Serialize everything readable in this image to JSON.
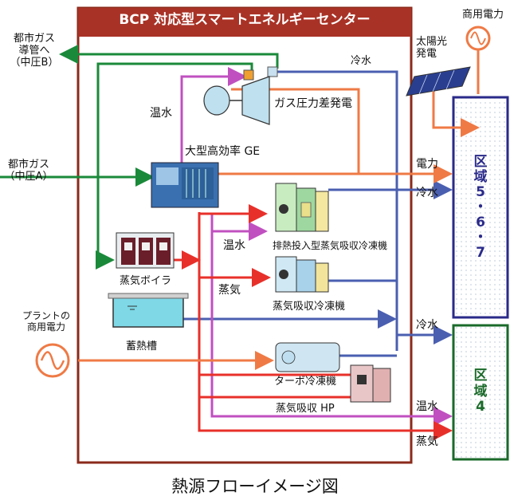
{
  "title": "BCP 対応型スマートエネルギーセンター",
  "caption": "熱源フローイメージ図",
  "external": {
    "gas_out": [
      "都市ガス",
      "導管へ",
      "（中圧B）"
    ],
    "gas_in": [
      "都市ガス",
      "（中圧A）"
    ],
    "grid_in": [
      "プラントの",
      "商用電力"
    ],
    "grid_top": "商用電力",
    "solar": [
      "太陽光",
      "発電"
    ]
  },
  "equipment": {
    "gas_turbine": "ガス圧力差発電",
    "ge": "大型高効率 GE",
    "absorption_exhaust": "排熱投入型蒸気吸収冷凍機",
    "boiler": "蒸気ボイラ",
    "steam_absorption": "蒸気吸収冷凍機",
    "storage": "蓄熱槽",
    "turbo": "ターボ冷凍機",
    "steam_hp": "蒸気吸収 HP"
  },
  "flows": {
    "chilled": "冷水",
    "hot": "温水",
    "steam": "蒸気",
    "power": "電力"
  },
  "zones": {
    "zone567": [
      "区",
      "域",
      "5",
      "・",
      "6",
      "・",
      "7"
    ],
    "zone4": [
      "区",
      "域",
      "4"
    ]
  },
  "colors": {
    "frame": "#8b2a1a",
    "title_bg": "#a93226",
    "gas": "#1a8a3a",
    "chilled": "#4a5fb0",
    "hot": "#c050c0",
    "steam": "#e8302a",
    "power": "#ef7a45",
    "zone567_border": "#2a2a8a",
    "zone4_border": "#1a6a2a"
  }
}
